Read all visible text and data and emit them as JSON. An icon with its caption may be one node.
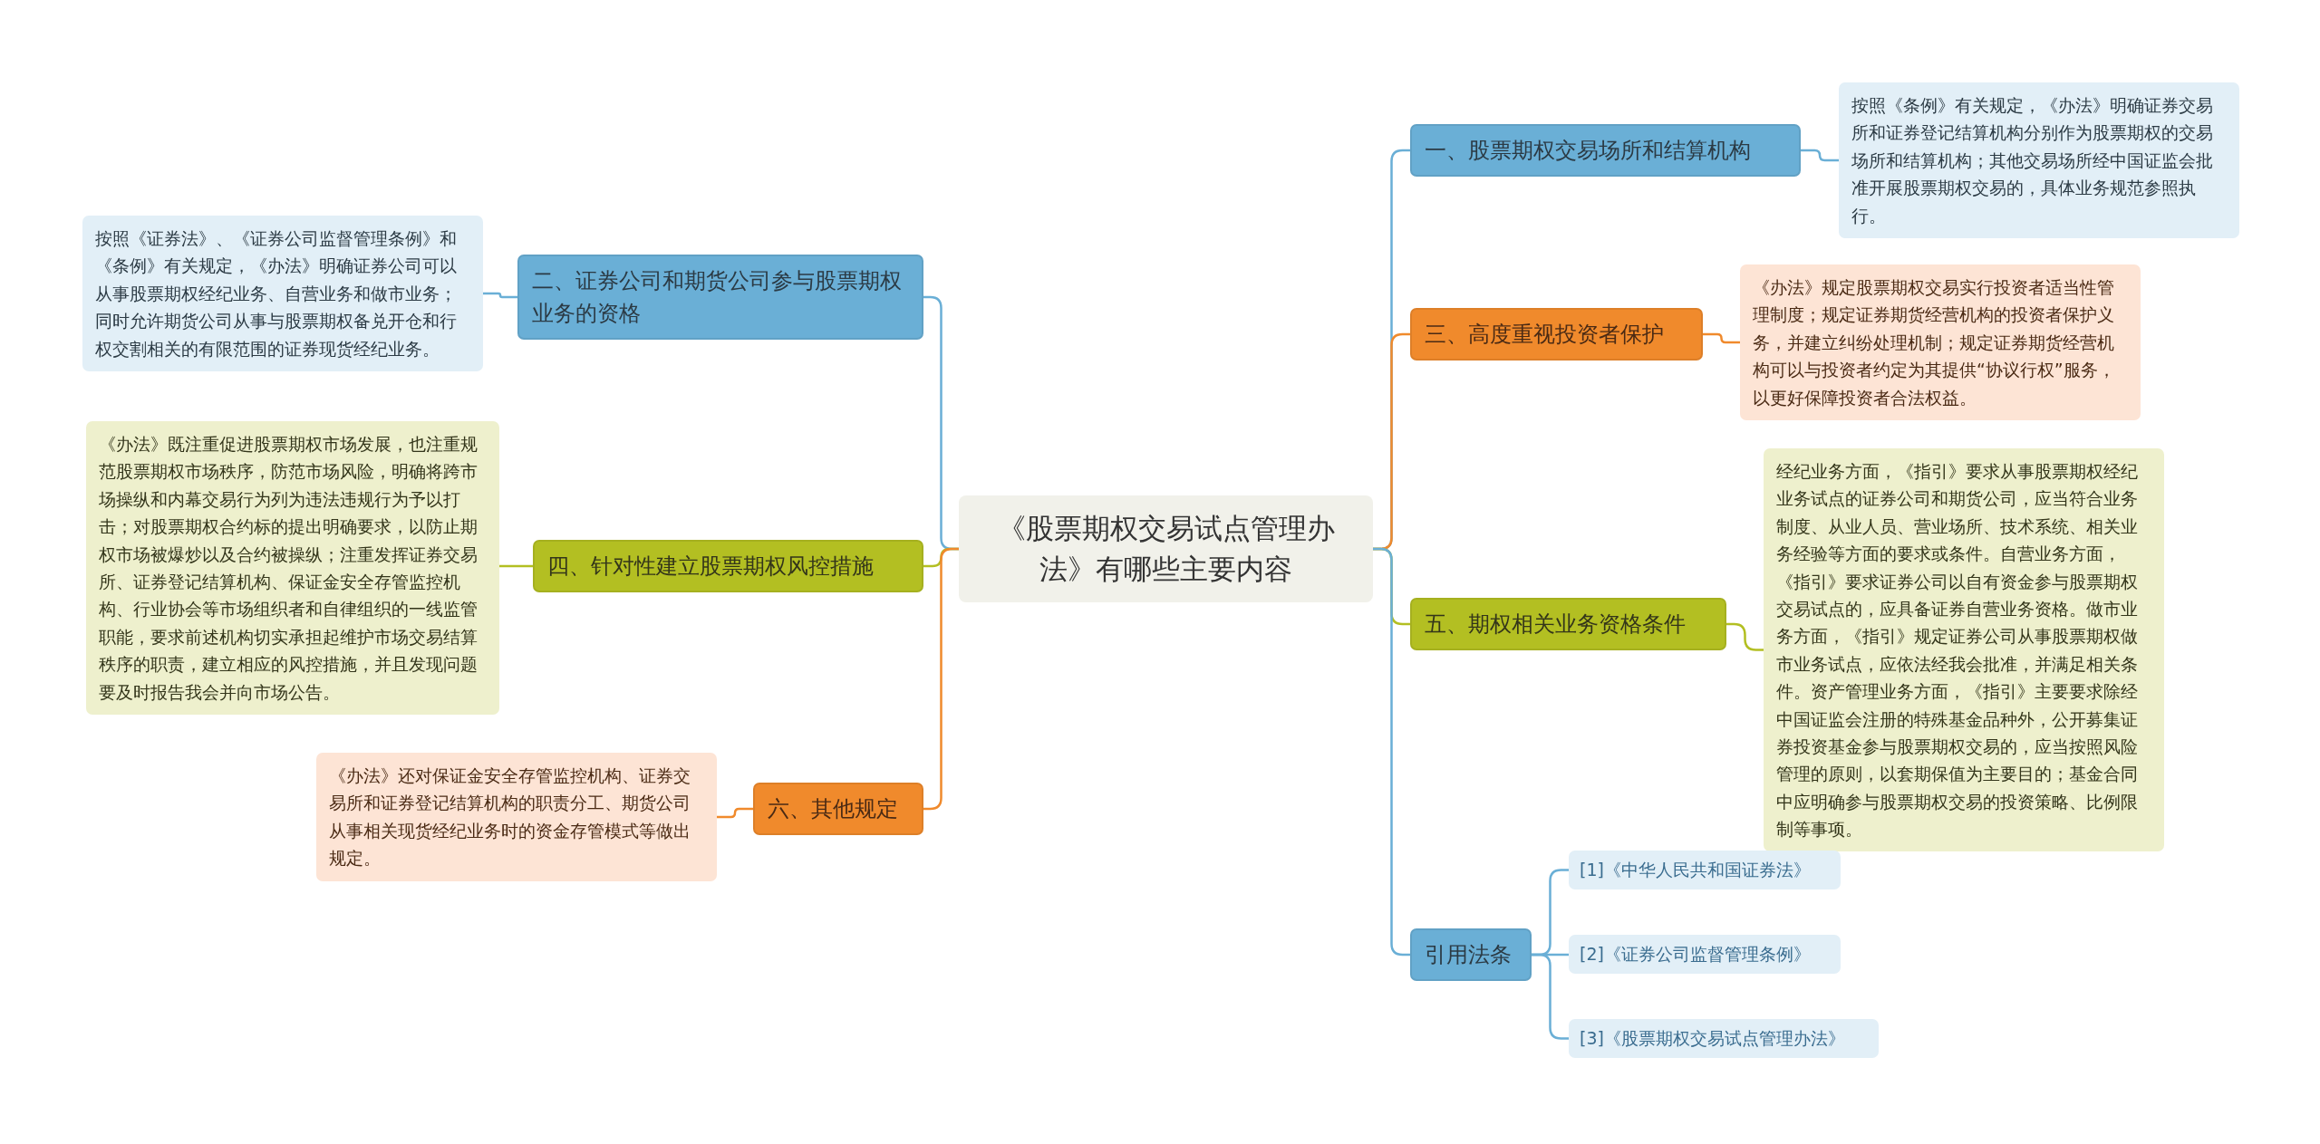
{
  "diagram": {
    "nodes": [
      {
        "text": [
          "《股票期权交易试点管理办法》有哪些主要内容"
        ]
      },
      {
        "text": [
          "一、股票期权交易场所和结算机构"
        ]
      },
      {
        "text": [
          "按照《条例》有关规定，《办法》明确证券交易所和证券登记结算机构分别作为股票期权的交易场所和结算机构；其他交易场所经中国证监会批准开展股票期权交易的，具体业务规范参照执行。"
        ]
      },
      {
        "text": [
          "三、高度重视投资者保护"
        ]
      },
      {
        "text": [
          "《办法》规定股票期权交易实行投资者适当性管理制度；规定证券期货经营机构的投资者保护义务，并建立纠纷处理机制；规定证券期货经营机构可以与投资者约定为其提供“协议行权”服务，以更好保障投资者合法权益。"
        ]
      },
      {
        "text": [
          "五、期权相关业务资格条件"
        ]
      },
      {
        "text": [
          "经纪业务方面，《指引》要求从事股票期权经纪业务试点的证券公司和期货公司，应当符合业务制度、从业人员、营业场所、技术系统、相关业务经验等方面的要求或条件。自营业务方面，《指引》要求证券公司以自有资金参与股票期权交易试点的，应具备证券自营业务资格。做市业务方面，《指引》规定证券公司从事股票期权做市业务试点，应依法经我会批准，并满足相关条件。资产管理业务方面，《指引》主要要求除经中国证监会注册的特殊基金品种外，公开募集证券投资基金参与股票期权交易的，应当按照风险管理的原则，以套期保值为主要目的；基金合同中应明确参与股票期权交易的投资策略、比例限制等事项。"
        ]
      },
      {
        "text": [
          "引用法条"
        ]
      },
      {
        "text": [
          "[1]《中华人民共和国证券法》"
        ]
      },
      {
        "text": [
          "[2]《证券公司监督管理条例》"
        ]
      },
      {
        "text": [
          "[3]《股票期权交易试点管理办法》"
        ]
      },
      {
        "text": [
          "二、证券公司和期货公司参与股票期权业务的资格"
        ]
      },
      {
        "text": [
          "按照《证券法》、《证券公司监督管理条例》和《条例》有关规定，《办法》明确证券公司可以从事股票期权经纪业务、自营业务和做市业务；同时允许期货公司从事与股票期权备兑开仓和行权交割相关的有限范围的证券现货经纪业务。"
        ]
      },
      {
        "text": [
          "四、针对性建立股票期权风控措施"
        ]
      },
      {
        "text": [
          "《办法》既注重促进股票期权市场发展，也注重规范股票期权市场秩序，防范市场风险，明确将跨市场操纵和内幕交易行为列为违法违规行为予以打击；对股票期权合约标的提出明确要求，以防止期权市场被爆炒以及合约被操纵；注重发挥证券交易所、证券登记结算机构、保证金安全存管监控机构、行业协会等市场组织者和自律组织的一线监管职能，要求前述机构切实承担起维护市场交易结算秩序的职责，建立相应的风控措施，并且发现问题要及时报告我会并向市场公告。"
        ]
      },
      {
        "text": [
          "六、其他规定"
        ]
      },
      {
        "text": [
          "《办法》还对保证金安全存管监控机构、证券交易所和证券登记结算机构的职责分工、期货公司从事相关现货经纪业务时的资金存管模式等做出规定。"
        ]
      }
    ],
    "edges": [
      {
        "from": 0,
        "to": 1,
        "arrow": "none"
      },
      {
        "from": 1,
        "to": 2,
        "arrow": "none"
      },
      {
        "from": 0,
        "to": 3,
        "arrow": "none",
        "color": "#f08a2c"
      },
      {
        "from": 3,
        "to": 4,
        "arrow": "none",
        "color": "#f08a2c"
      },
      {
        "from": 0,
        "to": 5,
        "arrow": "none",
        "color": "#b3bf22"
      },
      {
        "from": 5,
        "to": 6,
        "arrow": "none",
        "color": "#b3bf22"
      },
      {
        "from": 0,
        "to": 7,
        "arrow": "none"
      },
      {
        "from": 7,
        "to": 8,
        "arrow": "none"
      },
      {
        "from": 7,
        "to": 9,
        "arrow": "none"
      },
      {
        "from": 7,
        "to": 10,
        "arrow": "none"
      },
      {
        "from": 0,
        "to": 11,
        "arrow": "none"
      },
      {
        "from": 11,
        "to": 12,
        "arrow": "none"
      },
      {
        "from": 0,
        "to": 13,
        "arrow": "none",
        "color": "#b3bf22"
      },
      {
        "from": 13,
        "to": 14,
        "arrow": "none",
        "color": "#b3bf22"
      },
      {
        "from": 0,
        "to": 15,
        "arrow": "none",
        "color": "#f08a2c"
      },
      {
        "from": 15,
        "to": 16,
        "arrow": "none",
        "color": "#f08a2c"
      }
    ]
  }
}
